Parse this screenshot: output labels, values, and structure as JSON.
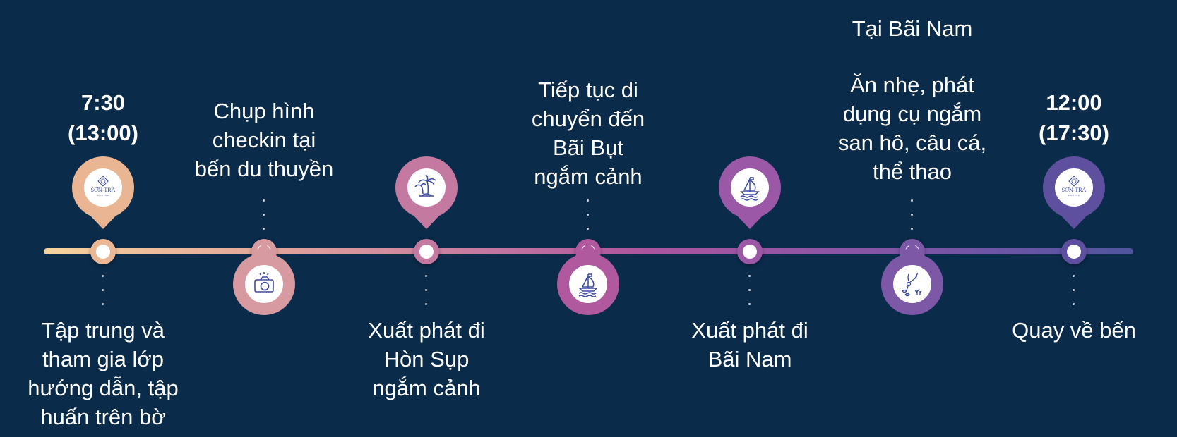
{
  "logo": {
    "name": "SƠN-TRÀ",
    "sub": "MARINA"
  },
  "colors": {
    "background": "#0b2b4b",
    "pins": [
      "#e9b592",
      "#d69aa0",
      "#c47aa0",
      "#b0599e",
      "#9a58a6",
      "#7d58a6",
      "#5e509e"
    ],
    "icon": "#3b4aa0"
  },
  "steps": [
    {
      "time": [
        "7:30",
        "(13:00)"
      ],
      "text": [
        "Tập trung và",
        "tham gia lớp",
        "hướng dẫn, tập",
        "huấn trên bờ"
      ],
      "icon": "son-tra-logo-icon"
    },
    {
      "text": [
        "Chụp hình",
        "checkin tại",
        "bến du thuyền"
      ],
      "icon": "camera-icon"
    },
    {
      "text": [
        "Xuất phát đi",
        "Hòn Sụp",
        "ngắm cảnh"
      ],
      "icon": "palm-island-icon"
    },
    {
      "text": [
        "Tiếp tục di",
        "chuyển đến",
        "Bãi Bụt",
        "ngắm cảnh"
      ],
      "icon": "sailboat-icon"
    },
    {
      "text": [
        "Xuất phát đi",
        "Bãi Nam"
      ],
      "icon": "sailboat-icon"
    },
    {
      "heading": "Tại Bãi Nam",
      "text": [
        "Ăn nhẹ, phát",
        "dụng cụ ngắm",
        "san hô, câu cá,",
        "thể thao"
      ],
      "icon": "snorkel-diver-icon"
    },
    {
      "time": [
        "12:00",
        "(17:30)"
      ],
      "text": [
        "Quay về bến"
      ],
      "icon": "son-tra-logo-icon"
    }
  ]
}
